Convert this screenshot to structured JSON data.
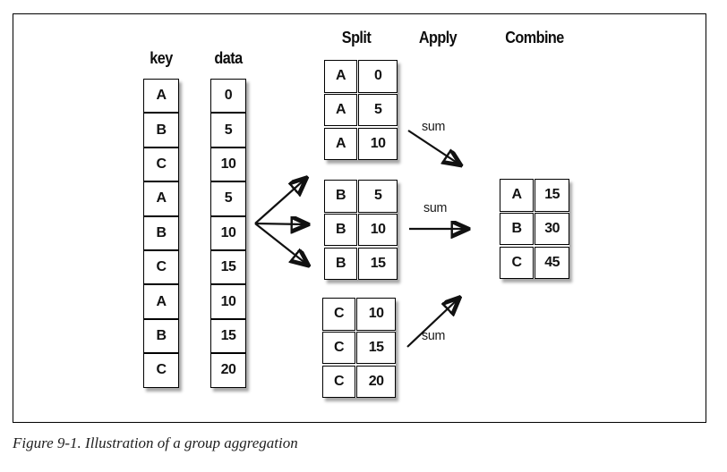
{
  "figure": {
    "input": {
      "key_header": "key",
      "data_header": "data",
      "key_values": [
        "A",
        "B",
        "C",
        "A",
        "B",
        "C",
        "A",
        "B",
        "C"
      ],
      "data_values": [
        "0",
        "5",
        "10",
        "5",
        "10",
        "15",
        "10",
        "15",
        "20"
      ]
    },
    "stage_headers": {
      "split": "Split",
      "apply": "Apply",
      "combine": "Combine"
    },
    "split_tables": [
      {
        "group": "A",
        "rows": [
          {
            "key": "A",
            "value": "0"
          },
          {
            "key": "A",
            "value": "5"
          },
          {
            "key": "A",
            "value": "10"
          }
        ]
      },
      {
        "group": "B",
        "rows": [
          {
            "key": "B",
            "value": "5"
          },
          {
            "key": "B",
            "value": "10"
          },
          {
            "key": "B",
            "value": "15"
          }
        ]
      },
      {
        "group": "C",
        "rows": [
          {
            "key": "C",
            "value": "10"
          },
          {
            "key": "C",
            "value": "15"
          },
          {
            "key": "C",
            "value": "20"
          }
        ]
      }
    ],
    "apply_labels": [
      "sum",
      "sum",
      "sum"
    ],
    "combine_table": {
      "rows": [
        {
          "key": "A",
          "value": "15"
        },
        {
          "key": "B",
          "value": "30"
        },
        {
          "key": "C",
          "value": "45"
        }
      ]
    },
    "caption": "Figure 9-1. Illustration of a group aggregation"
  },
  "colors": {
    "ink": "#111111",
    "paper": "#ffffff"
  }
}
